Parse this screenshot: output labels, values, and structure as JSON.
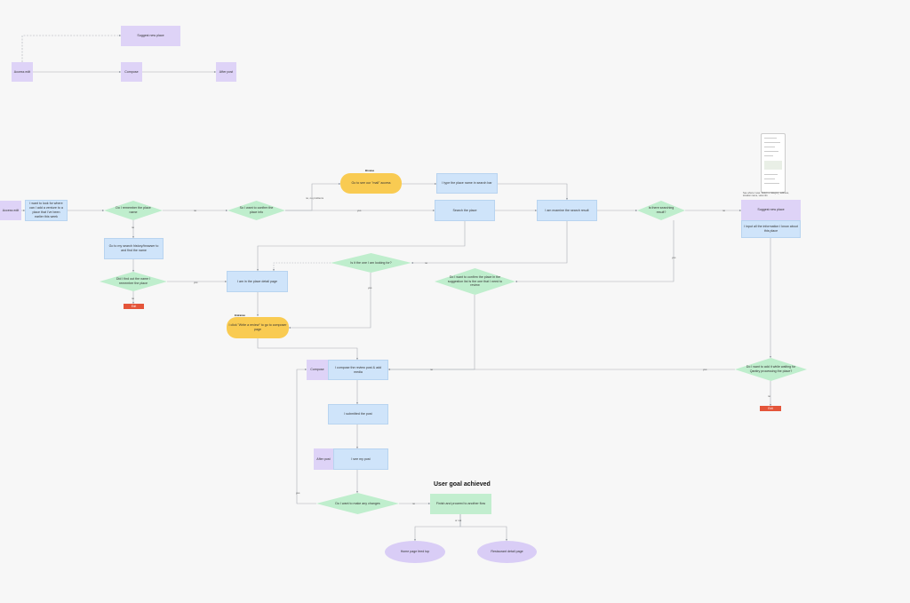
{
  "legend": {
    "access_edit": "Access edit",
    "suggest_new_place": "Suggest new place",
    "compose": "Compose",
    "after_post": "After post"
  },
  "flow": {
    "access_edit": "Access edit",
    "user_want": "I want to look for where can I add a venture to a place that I've been earlier this week",
    "q_remember": "Do I remember the place name",
    "q_confirm": "So I want to confirm the place info",
    "go_see": "Go to see our \"mall\" access",
    "go_see_tag": "Browse",
    "type_place": "I type the place name in search bar",
    "search_place": "Search the place",
    "examine_results": "I am examine the search result",
    "q_right_result": "Is there searching result?",
    "suggest_new_place": "Suggest new place",
    "fill_info": "I input all the information I know about this place",
    "go_browser": "Go to my search history/browser to and find the name",
    "q_find_name": "Did I find out the name I remember the place",
    "exit_1": "Exit",
    "exit_2": "Exit",
    "q_is_this_one": "Is it the one I am looking for?",
    "land_detail": "I am in the place detail page",
    "q_confirm_suggestion": "Do I want to confirm the place in the suggestion list is the one that I need to review",
    "click_tag": "Entrance",
    "click_write": "I click \"Write a review\" to go to composer page",
    "compose": "Compose",
    "compose_review": "I compose the review post & add media",
    "q_want_add": "Do I want to add it while waiting for Qantiry processing the place?",
    "submitted": "I submitted the post",
    "after_post": "After post",
    "see_post": "I see my post",
    "q_make_changes": "Do I want to make any changes",
    "goal_heading": "User goal achieved",
    "finish": "Finish and proceed to another flow",
    "home_feed": "Home page feed top",
    "restaurant_page": "Restaurant detail page",
    "phone_note": "See where I was. Select a category, address, location name, view info"
  },
  "edges": {
    "yes": "yes",
    "no": "no",
    "no_problems": "no, no problems",
    "or_not": "or not"
  }
}
